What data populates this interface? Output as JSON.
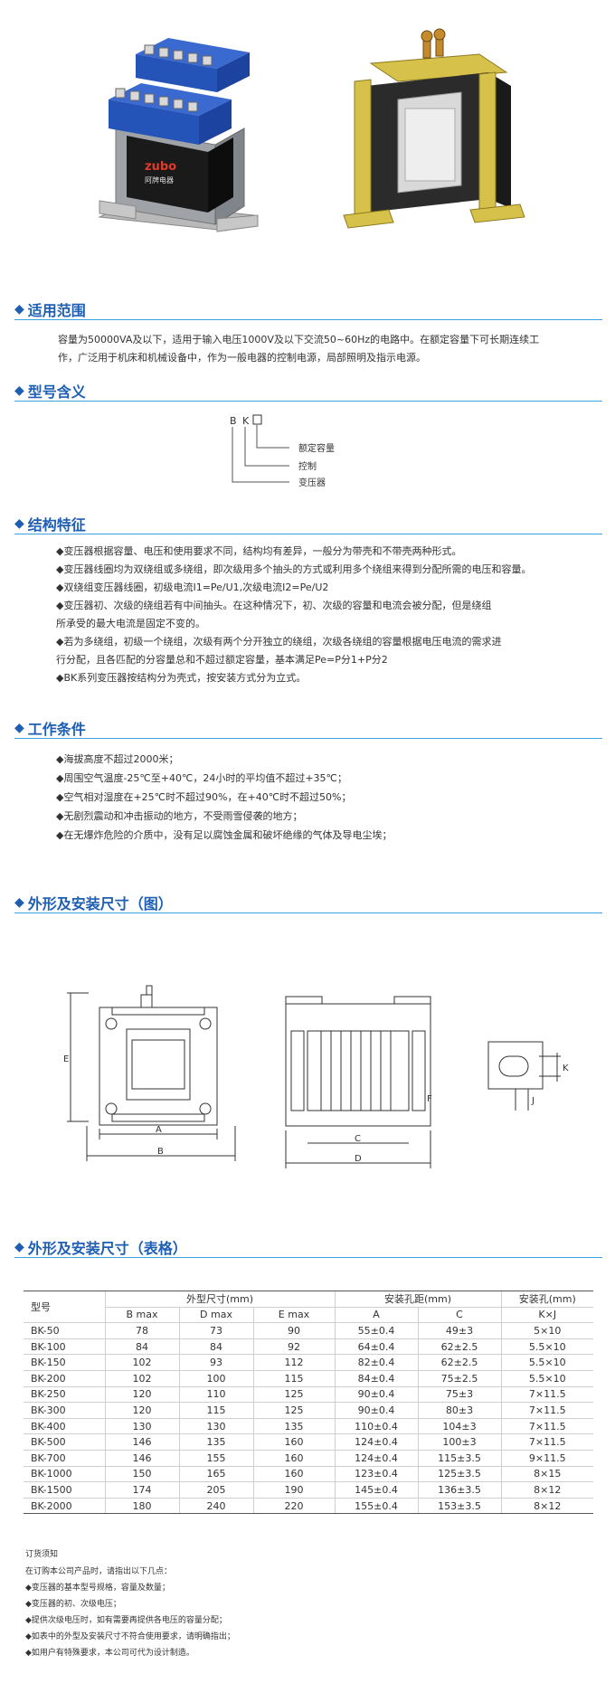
{
  "hero": {
    "brand": "zubo",
    "brand_sub": "阿牌电器"
  },
  "scope": {
    "title": "适用范围",
    "lines": [
      "容量为50000VA及以下，适用于输入电压1000V及以下交流50~60Hz的电路中。在额定容量下可长期连续工",
      "作，广泛用于机床和机械设备中，作为一般电器的控制电源，局部照明及指示电源。"
    ]
  },
  "model": {
    "title": "型号含义",
    "code_b": "B",
    "code_k": "K",
    "label_capacity": "额定容量",
    "label_control": "控制",
    "label_transformer": "变压器"
  },
  "structure": {
    "title": "结构特征",
    "lines": [
      "◆变压器根据容量、电压和使用要求不同，结构均有差异，一般分为带壳和不带壳两种形式。",
      "◆变压器线圈均为双绕组或多绕组，即次级用多个抽头的方式或利用多个绕组来得到分配所需的电压和容量。",
      "◆双绕组变压器线圈，初级电流Ⅰ1=Pe/U1,次级电流Ⅰ2=Pe/U2",
      "◆变压器初、次级的绕组若有中间抽头。在这种情况下，初、次级的容量和电流会被分配，但是绕组",
      "所承受的最大电流是固定不变的。",
      "◆若为多绕组，初级一个绕组，次级有两个分开独立的绕组，次级各绕组的容量根据电压电流的需求进",
      "行分配，且各匹配的分容量总和不超过额定容量，基本满足Pe=P分1+P分2",
      "◆BK系列变压器按结构分为壳式，按安装方式分为立式。"
    ]
  },
  "conditions": {
    "title": "工作条件",
    "lines": [
      "◆海拔高度不超过2000米；",
      "◆周围空气温度-25℃至+40℃，24小时的平均值不超过+35℃；",
      "◆空气相对湿度在+25℃时不超过90%，在+40℃时不超过50%；",
      "◆无剧烈震动和冲击振动的地方，不受雨雪侵袭的地方；",
      "◆在无爆炸危险的介质中，没有足以腐蚀金属和破坏绝缘的气体及导电尘埃；"
    ]
  },
  "drawing": {
    "title": "外形及安装尺寸（图）",
    "labels": {
      "A": "A",
      "B": "B",
      "C": "C",
      "D": "D",
      "E": "E",
      "F": "F",
      "J": "J",
      "K": "K"
    }
  },
  "table_section": {
    "title": "外形及安装尺寸（表格）",
    "headers": {
      "model": "型号",
      "outline": "外型尺寸(mm)",
      "hole_distance": "安装孔距(mm)",
      "hole": "安装孔(mm)",
      "b_max": "B max",
      "d_max": "D max",
      "e_max": "E max",
      "a": "A",
      "c": "C",
      "kxj": "K×J"
    },
    "rows": [
      [
        "BK-50",
        "78",
        "73",
        "90",
        "55±0.4",
        "49±3",
        "5×10"
      ],
      [
        "BK-100",
        "84",
        "84",
        "92",
        "64±0.4",
        "62±2.5",
        "5.5×10"
      ],
      [
        "BK-150",
        "102",
        "93",
        "112",
        "82±0.4",
        "62±2.5",
        "5.5×10"
      ],
      [
        "BK-200",
        "102",
        "100",
        "115",
        "84±0.4",
        "75±2.5",
        "5.5×10"
      ],
      [
        "BK-250",
        "120",
        "110",
        "125",
        "90±0.4",
        "75±3",
        "7×11.5"
      ],
      [
        "BK-300",
        "120",
        "115",
        "125",
        "90±0.4",
        "80±3",
        "7×11.5"
      ],
      [
        "BK-400",
        "130",
        "130",
        "135",
        "110±0.4",
        "104±3",
        "7×11.5"
      ],
      [
        "BK-500",
        "146",
        "135",
        "160",
        "124±0.4",
        "100±3",
        "7×11.5"
      ],
      [
        "BK-700",
        "146",
        "155",
        "160",
        "124±0.4",
        "115±3.5",
        "9×11.5"
      ],
      [
        "BK-1000",
        "150",
        "165",
        "160",
        "123±0.4",
        "125±3.5",
        "8×15"
      ],
      [
        "BK-1500",
        "174",
        "205",
        "190",
        "145±0.4",
        "136±3.5",
        "8×12"
      ],
      [
        "BK-2000",
        "180",
        "240",
        "220",
        "155±0.4",
        "153±3.5",
        "8×12"
      ]
    ]
  },
  "ordering": {
    "title": "订货须知",
    "intro": "在订购本公司产品时，请指出以下几点：",
    "items": [
      "◆变压器的基本型号规格，容量及数量；",
      "◆变压器的初、次级电压；",
      "◆提供次级电压时，如有需要再提供各电压的容量分配；",
      "◆如表中的外型及安装尺寸不符合使用要求，请明确指出；",
      "◆如用户有特殊要求，本公司可代为设计制造。"
    ]
  },
  "colors": {
    "accent": "#1e5fb4",
    "rule": "#3fa2e0",
    "terminal_blue": "#2554b8",
    "frame_yellow": "#c9b23a"
  }
}
